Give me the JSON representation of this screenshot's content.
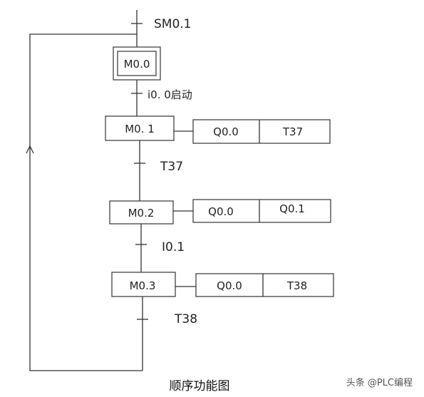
{
  "initial_transition": "SM0.1",
  "steps": {
    "m00": {
      "label": "M0.0"
    },
    "m01": {
      "label": "M0. 1",
      "outputs": [
        "Q0.0",
        "T37"
      ]
    },
    "m02": {
      "label": "M0.2",
      "outputs": [
        "Q0.0",
        "Q0.1"
      ]
    },
    "m03": {
      "label": "M0.3",
      "outputs": [
        "Q0.0",
        "T38"
      ]
    }
  },
  "transitions": {
    "t1": "i0. 0启动",
    "t2": "T37",
    "t3": "I0.1",
    "t4": "T38"
  },
  "caption": "顺序功能图",
  "watermark": "头条 @PLC编程"
}
